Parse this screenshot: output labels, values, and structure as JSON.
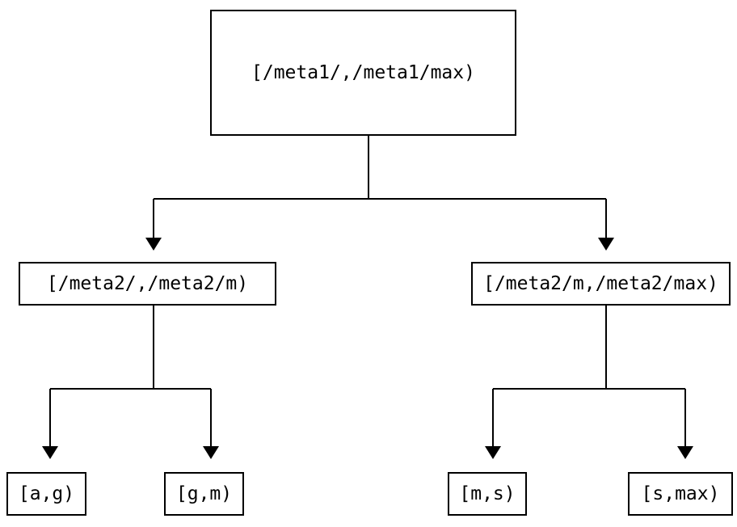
{
  "diagram": {
    "type": "tree",
    "colors": {
      "background": "#ffffff",
      "border": "#000000",
      "text": "#000000",
      "line": "#000000",
      "arrowhead": "#000000"
    },
    "nodes": {
      "root": {
        "label": "[/meta1/,/meta1/max)"
      },
      "level2_left": {
        "label": "[/meta2/,/meta2/m)"
      },
      "level2_right": {
        "label": "[/meta2/m,/meta2/max)"
      },
      "leaf_1": {
        "label": "[a,g)"
      },
      "leaf_2": {
        "label": "[g,m)"
      },
      "leaf_3": {
        "label": "[m,s)"
      },
      "leaf_4": {
        "label": "[s,max)"
      }
    },
    "edges": [
      {
        "from": "root",
        "to": "level2_left"
      },
      {
        "from": "root",
        "to": "level2_right"
      },
      {
        "from": "level2_left",
        "to": "leaf_1"
      },
      {
        "from": "level2_left",
        "to": "leaf_2"
      },
      {
        "from": "level2_right",
        "to": "leaf_3"
      },
      {
        "from": "level2_right",
        "to": "leaf_4"
      }
    ]
  }
}
